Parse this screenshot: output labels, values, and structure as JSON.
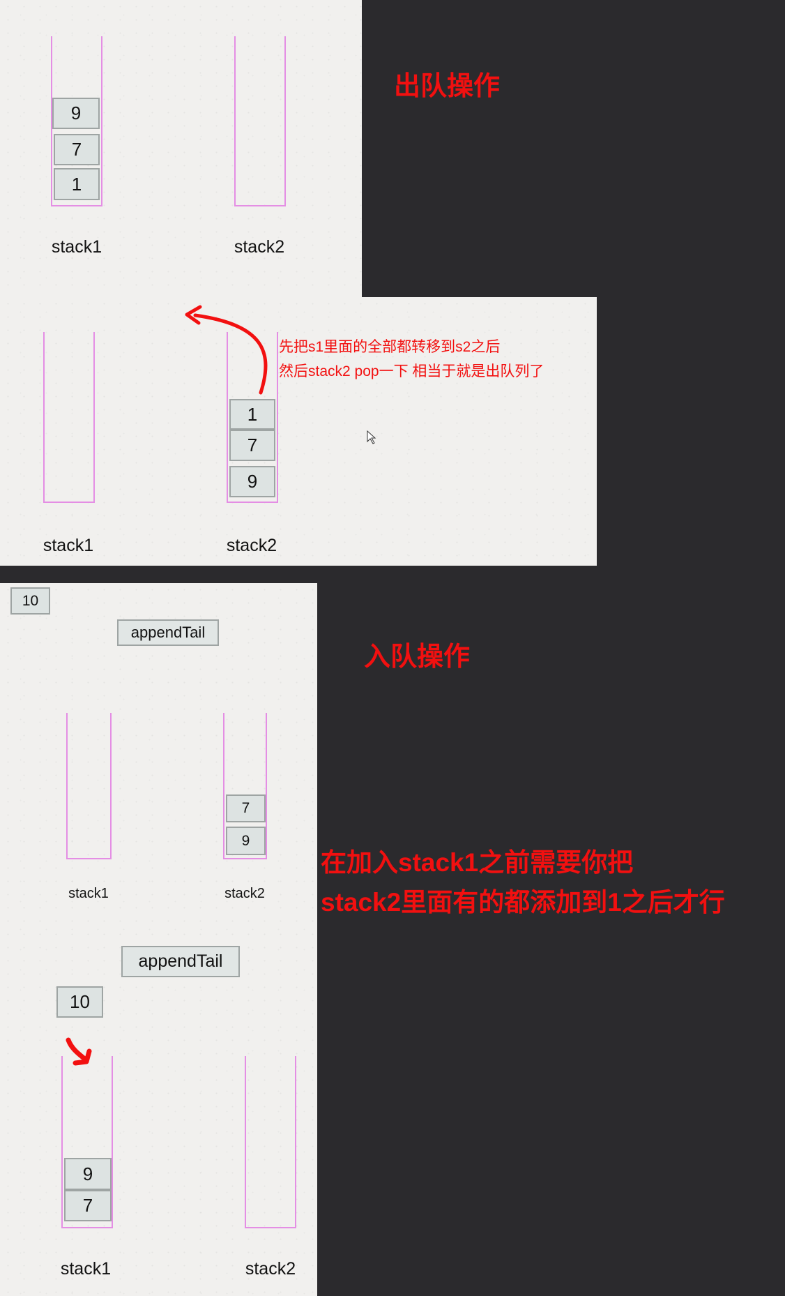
{
  "dequeue_title": "出队操作",
  "enqueue_title": "入队操作",
  "panel1": {
    "stack1_label": "stack1",
    "stack2_label": "stack2",
    "stack1_items": [
      "9",
      "7",
      "1"
    ]
  },
  "panel2": {
    "stack1_label": "stack1",
    "stack2_label": "stack2",
    "stack2_items": [
      "1",
      "7",
      "9"
    ],
    "note_line1": "先把s1里面的全部都转移到s2之后",
    "note_line2": "然后stack2 pop一下 相当于就是出队列了"
  },
  "panel3": {
    "new_value": "10",
    "append_button": "appendTail",
    "stack1_label": "stack1",
    "stack2_label": "stack2",
    "stack2_items": [
      "7",
      "9"
    ]
  },
  "enqueue_note_line1": "在加入stack1之前需要你把",
  "enqueue_note_line2": "stack2里面有的都添加到1之后才行",
  "panel4": {
    "append_button": "appendTail",
    "new_value": "10",
    "stack1_label": "stack1",
    "stack2_label": "stack2",
    "stack1_items": [
      "9",
      "7"
    ]
  },
  "colors": {
    "annotation_red": "#f21010",
    "stack_outline": "#e48ee4",
    "dark_background": "#2b2a2d"
  }
}
